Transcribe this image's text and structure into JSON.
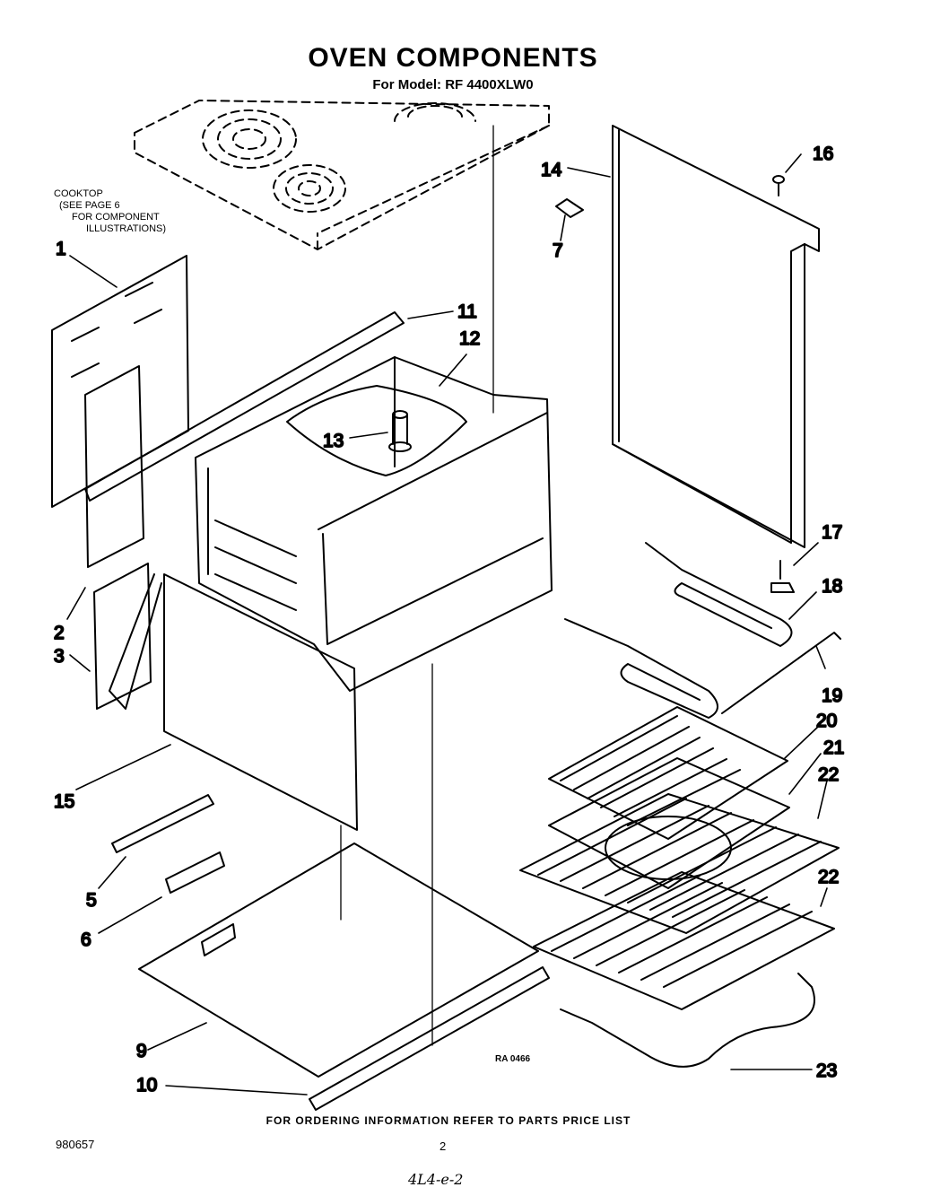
{
  "header": {
    "title": "OVEN COMPONENTS",
    "subtitle": "For Model: RF 4400XLW0"
  },
  "cooktop_note": [
    "COOKTOP",
    "(SEE PAGE 6",
    "FOR COMPONENT",
    "ILLUSTRATIONS)"
  ],
  "callouts": {
    "c1": "1",
    "c2": "2",
    "c3": "3",
    "c5": "5",
    "c6": "6",
    "c7": "7",
    "c9": "9",
    "c10": "10",
    "c11": "11",
    "c12": "12",
    "c13": "13",
    "c14": "14",
    "c15": "15",
    "c16": "16",
    "c17": "17",
    "c18": "18",
    "c19": "19",
    "c20": "20",
    "c21": "21",
    "c22a": "22",
    "c22b": "22",
    "c23": "23"
  },
  "footer": {
    "ordering": "FOR ORDERING INFORMATION REFER TO PARTS PRICE LIST",
    "doc_number": "980657",
    "page_number": "2",
    "ra_number": "RA 0466",
    "handwritten": "4L4-e-2"
  }
}
